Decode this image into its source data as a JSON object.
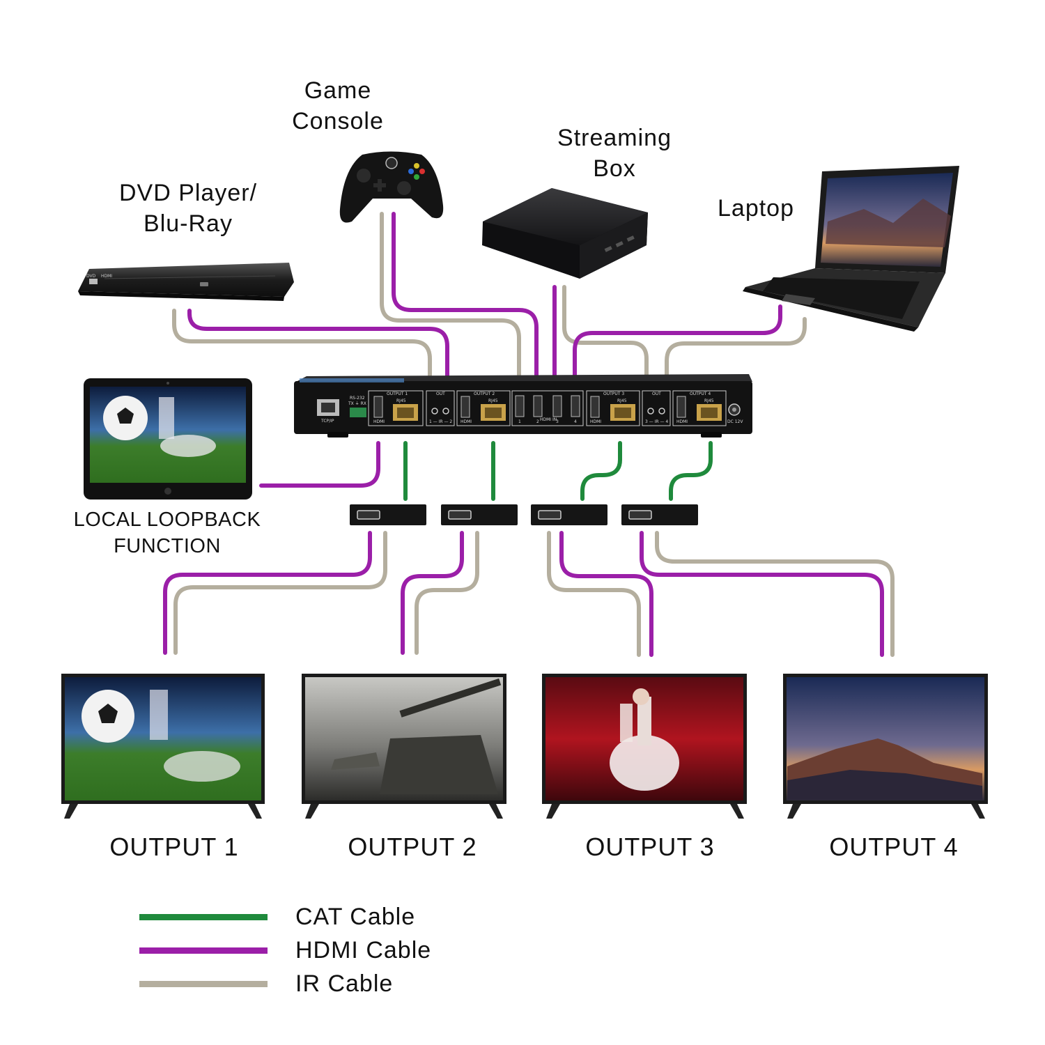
{
  "sources": {
    "dvd": {
      "line1": "DVD Player/",
      "line2": "Blu-Ray"
    },
    "game": {
      "line1": "Game",
      "line2": "Console"
    },
    "streaming": {
      "line1": "Streaming",
      "line2": "Box"
    },
    "laptop": {
      "line1": "Laptop"
    }
  },
  "loopback": {
    "line1": "LOCAL LOOPBACK",
    "line2": "FUNCTION"
  },
  "outputs": [
    {
      "label": "OUTPUT 1"
    },
    {
      "label": "OUTPUT 2"
    },
    {
      "label": "OUTPUT 3"
    },
    {
      "label": "OUTPUT 4"
    }
  ],
  "legend": [
    {
      "label": "CAT Cable",
      "color": "#1f8a3c"
    },
    {
      "label": "HDMI Cable",
      "color": "#9b1fa8"
    },
    {
      "label": "IR Cable",
      "color": "#b4ae9e"
    }
  ],
  "device_ports": {
    "tcpip": "TCP/IP",
    "rs232": "RS-232",
    "rs232_pins": "TX ⏚ RX",
    "output1": "OUTPUT 1",
    "output2": "OUTPUT 2",
    "output3": "OUTPUT 3",
    "output4": "OUTPUT 4",
    "hdmi": "HDMI",
    "rj45": "RJ45",
    "ir_out": "OUT",
    "ir_12": "1 — IR — 2",
    "ir_34": "3 — IR — 4",
    "hdmi_in": "HDMI IN",
    "in1": "1",
    "in2": "2",
    "in3": "3",
    "in4": "4",
    "dc": "DC 12V"
  },
  "dvd_face": {
    "brand": "DVD",
    "hdmi": "HDMI"
  }
}
